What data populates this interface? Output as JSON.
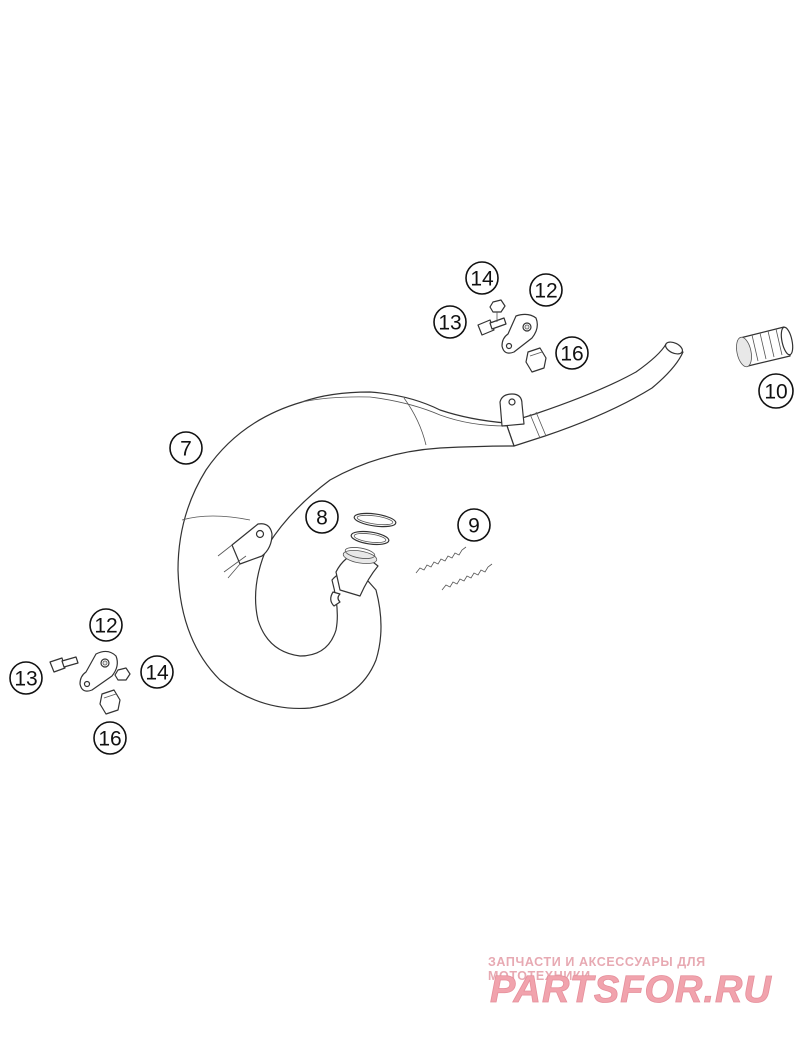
{
  "callouts": {
    "c7": "7",
    "c8": "8",
    "c9": "9",
    "c10": "10",
    "c12_top": "12",
    "c13_top": "13",
    "c14_top": "14",
    "c16_top": "16",
    "c12_bottom": "12",
    "c13_bottom": "13",
    "c14_bottom": "14",
    "c16_bottom": "16"
  },
  "watermark": {
    "tagline": "ЗАПЧАСТИ И АКСЕССУАРЫ ДЛЯ МОТОТЕХНИКИ",
    "logo": "PARTSFOR.RU"
  },
  "colors": {
    "line": "#333333",
    "watermark_primary": "#f1a3ad",
    "watermark_secondary": "#e7a9b2"
  }
}
